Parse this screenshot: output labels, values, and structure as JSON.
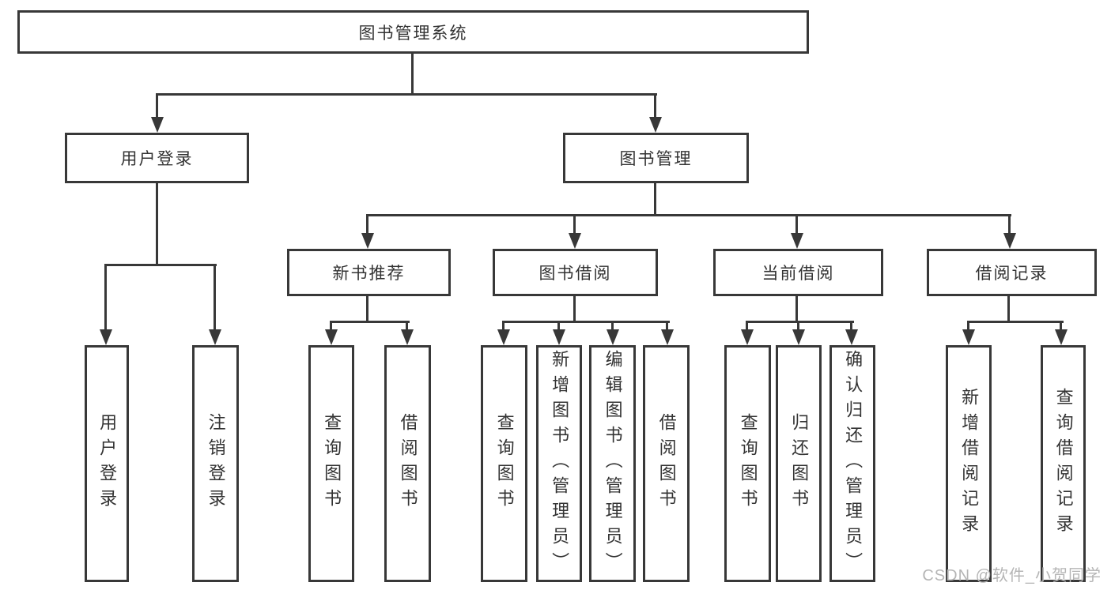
{
  "diagram": {
    "root": {
      "label": "图书管理系统"
    },
    "level2": [
      {
        "label": "用户登录"
      },
      {
        "label": "图书管理"
      }
    ],
    "level3": [
      {
        "label": "新书推荐"
      },
      {
        "label": "图书借阅"
      },
      {
        "label": "当前借阅"
      },
      {
        "label": "借阅记录"
      }
    ],
    "leaves": [
      {
        "label": "用户登录"
      },
      {
        "label": "注销登录"
      },
      {
        "label": "查询图书"
      },
      {
        "label": "借阅图书"
      },
      {
        "label": "查询图书"
      },
      {
        "label": "新增图书（管理员）"
      },
      {
        "label": "编辑图书（管理员）"
      },
      {
        "label": "借阅图书"
      },
      {
        "label": "查询图书"
      },
      {
        "label": "归还图书"
      },
      {
        "label": "确认归还（管理员）"
      },
      {
        "label": "新增借阅记录"
      },
      {
        "label": "查询借阅记录"
      }
    ]
  },
  "watermark": {
    "text": "CSDN @软件_小贺同学"
  },
  "colors": {
    "line": "#383838",
    "text": "#333333",
    "watermark": "#b5b5b5",
    "background": "#ffffff"
  }
}
